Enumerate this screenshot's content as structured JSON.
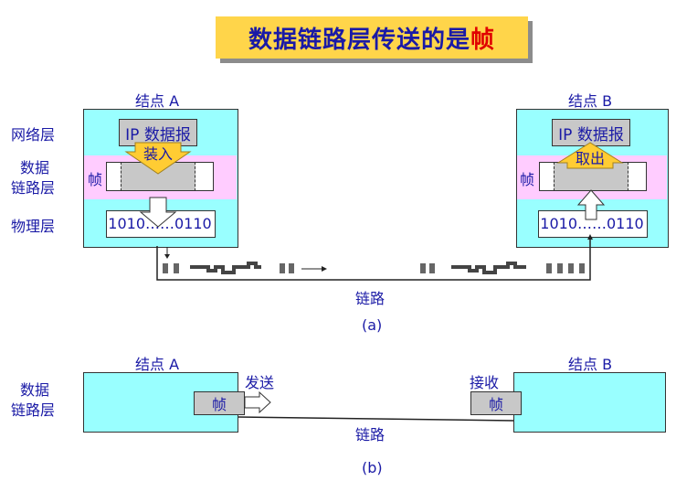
{
  "title": {
    "main": "数据链路层传送的是",
    "highlight": "帧"
  },
  "diagram_a": {
    "node_a": "结点 A",
    "node_b": "结点 B",
    "layers": {
      "network": "网络层",
      "datalink_line1": "数据",
      "datalink_line2": "链路层",
      "physical": "物理层"
    },
    "frame_label": "帧",
    "ip_datagram": "IP 数据报",
    "encapsulate": "装入",
    "extract": "取出",
    "bits": "1010……0110",
    "link": "链路",
    "caption": "(a)"
  },
  "diagram_b": {
    "node_a": "结点 A",
    "node_b": "结点 B",
    "layer_line1": "数据",
    "layer_line2": "链路层",
    "send": "发送",
    "receive": "接收",
    "frame": "帧",
    "link": "链路",
    "caption": "(b)"
  },
  "colors": {
    "title_bg": "#ffd54a",
    "node_bg": "#99ffff",
    "frame_band": "#ffccff",
    "text": "#1a1aa6",
    "highlight": "#e00000",
    "arrow_yellow": "#ffcc33"
  }
}
